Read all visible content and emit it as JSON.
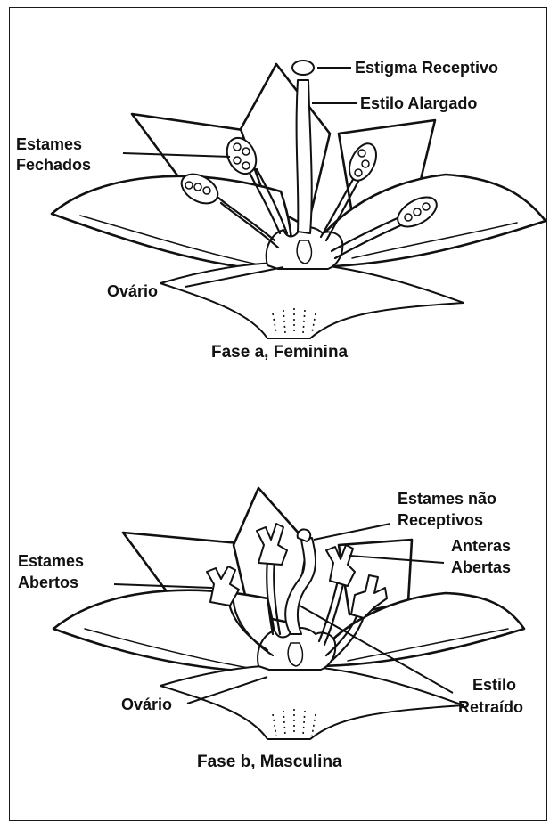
{
  "phase_a": {
    "caption": "Fase a, Feminina",
    "labels": {
      "estigma": "Estigma Receptivo",
      "estilo": "Estilo Alargado",
      "estames_1": "Estames",
      "estames_2": "Fechados",
      "ovario": "Ovário"
    }
  },
  "phase_b": {
    "caption": "Fase b, Masculina",
    "labels": {
      "estames_nao_1": "Estames não",
      "estames_nao_2": "Receptivos",
      "anteras_1": "Anteras",
      "anteras_2": "Abertas",
      "estames_abertos_1": "Estames",
      "estames_abertos_2": "Abertos",
      "estilo_1": "Estilo",
      "estilo_2": "Retraído",
      "ovario": "Ovário"
    }
  }
}
